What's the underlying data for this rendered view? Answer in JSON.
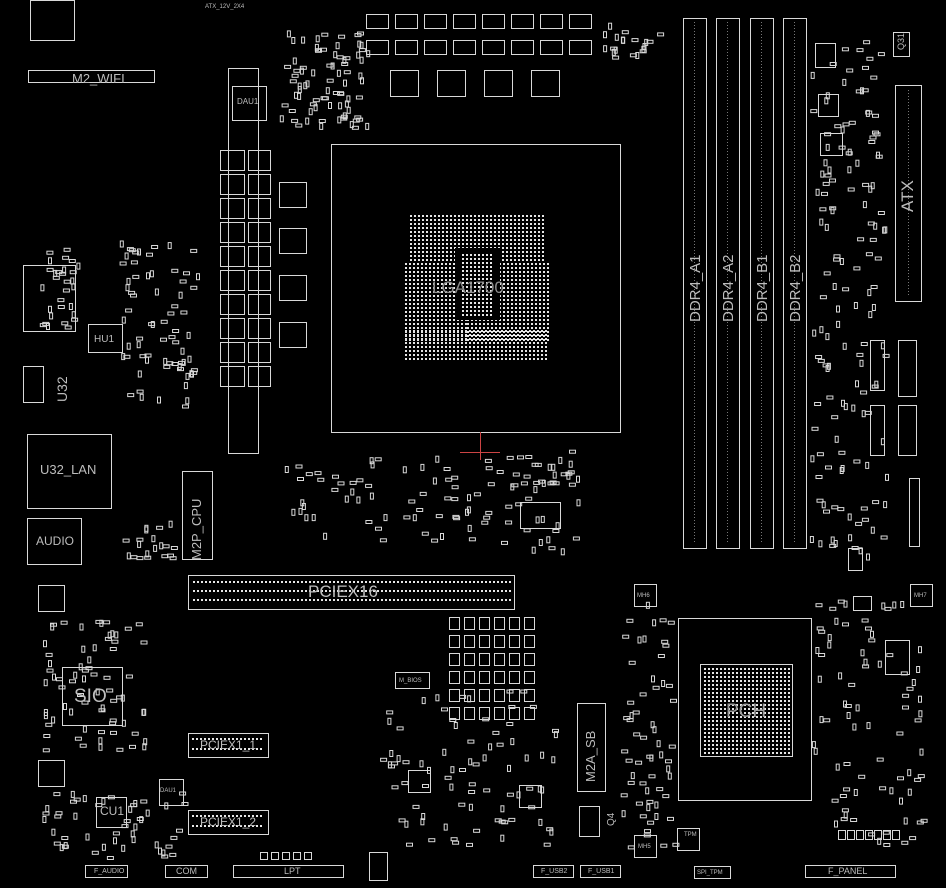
{
  "board": {
    "background": "#000000",
    "outline_color": "#d9d9d9",
    "pad_color": "#e6e6e6",
    "labels": {
      "lga": "LGA1700",
      "pciex16": "PCIEX16",
      "m2_wifi": "M2_WIFI",
      "m2p_cpu": "M2P_CPU",
      "m2a_sb": "M2A_SB",
      "sio": "SIO",
      "cu1": "CU1",
      "pch": "PCH",
      "audio": "AUDIO",
      "u32_lan": "U32_LAN",
      "u32": "U32",
      "hu1": "HU1",
      "atx": "ATX",
      "ddr4_a1": "DDR4_A1",
      "ddr4_a2": "DDR4_A2",
      "ddr4_b1": "DDR4_B1",
      "ddr4_b2": "DDR4_B2",
      "pciex1_1": "PCIEX1_1",
      "pciex1_2": "PCIEX1_2",
      "f_audio": "F_AUDIO",
      "com": "COM",
      "lpt": "LPT",
      "f_usb2": "F_USB2",
      "f_usb1": "F_USB1",
      "spi_tpm": "SPI_TPM",
      "f_panel": "F_PANEL",
      "q4": "Q4",
      "q31": "Q31",
      "atx_12v": "ATX_12V_2X4",
      "dau1": "DAU1",
      "dau1_b": "DAU1",
      "m_bios": "M_BIOS",
      "mh5": "MH5",
      "mh6": "MH6",
      "mh7": "MH7",
      "tpm": "TPM"
    }
  }
}
